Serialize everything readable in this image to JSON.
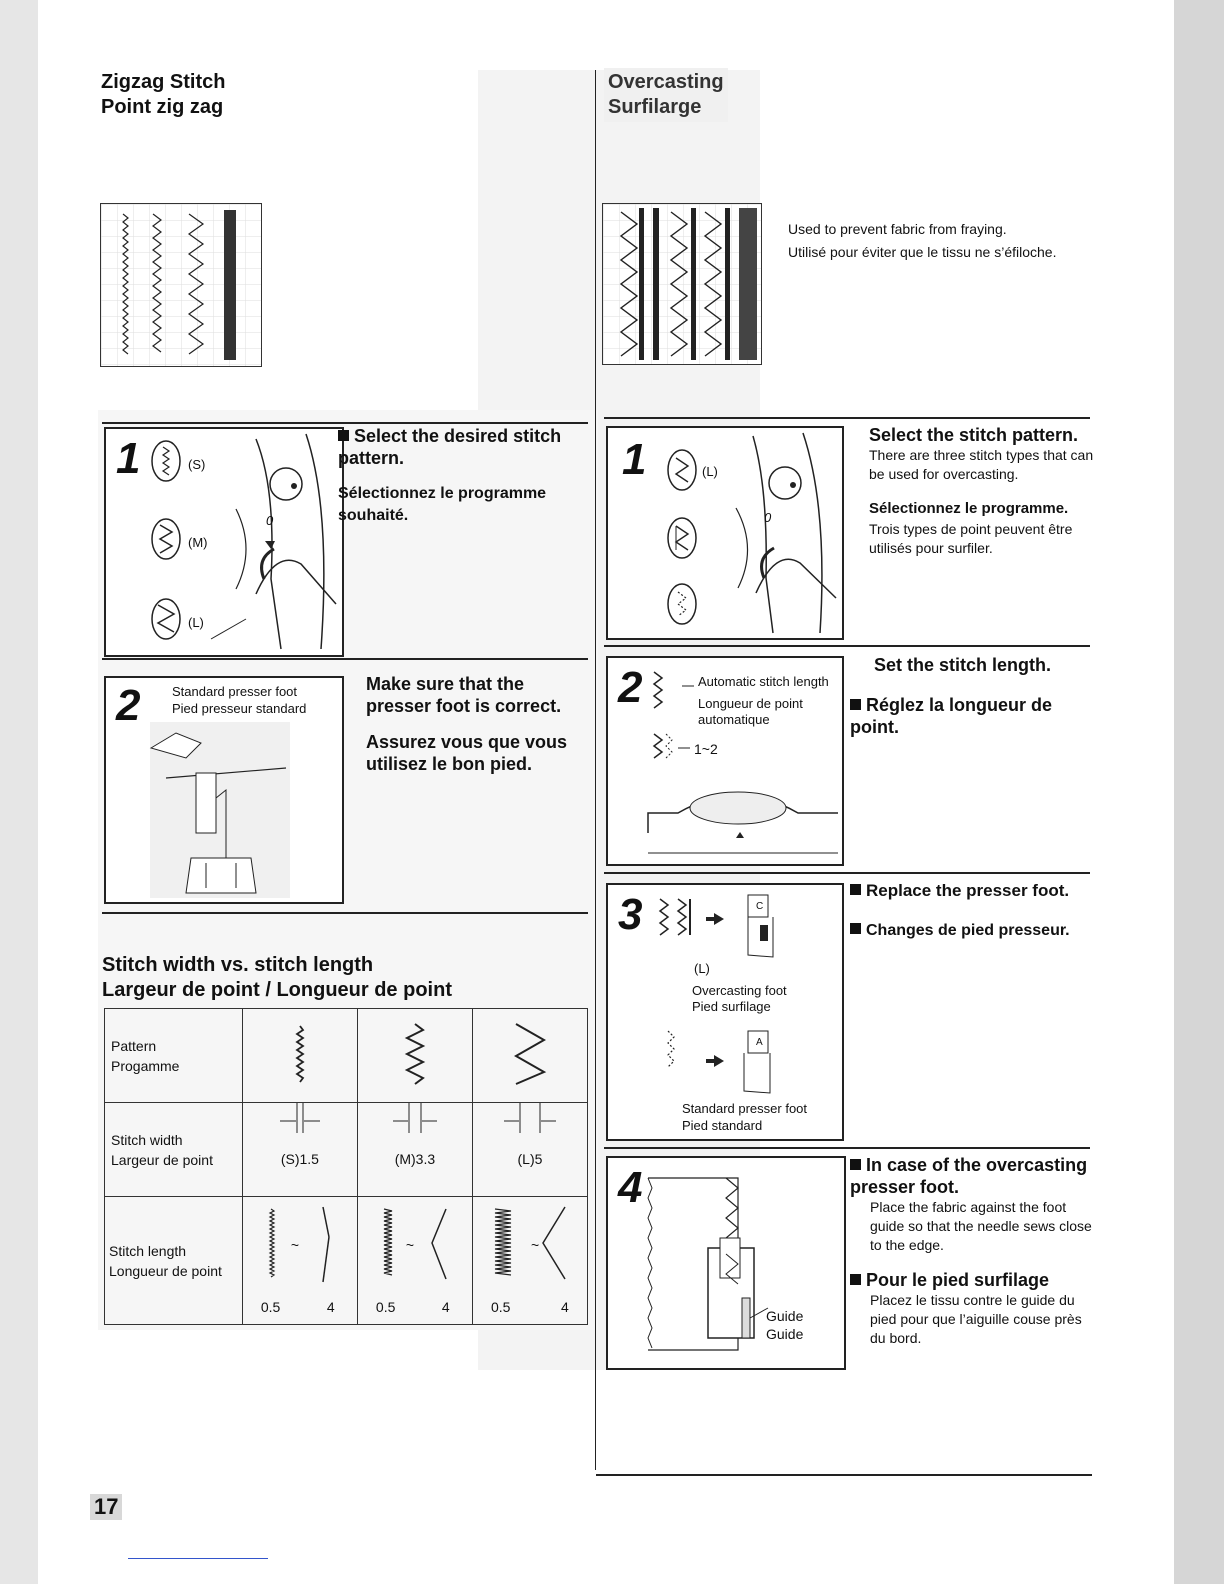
{
  "left": {
    "title_en": "Zigzag Stitch",
    "title_fr": "Point zig zag",
    "step1": {
      "num": "1",
      "heading_en": "Select the desired stitch pattern.",
      "heading_fr": "Sélectionnez le programme souhaité.",
      "labels": [
        "(S)",
        "(M)",
        "(L)"
      ],
      "dial_zero": "0"
    },
    "step2": {
      "num": "2",
      "foot_en": "Standard presser foot",
      "foot_fr": "Pied presseur standard",
      "heading_en": "Make sure that the presser foot is correct.",
      "heading_fr": "Assurez vous que vous utilisez le bon pied."
    },
    "table_title_en": "Stitch width vs. stitch length",
    "table_title_fr": "Largeur de point / Longueur de point",
    "table": {
      "row_pattern": [
        "Pattern",
        "Progamme"
      ],
      "row_width": [
        "Stitch width",
        "Largeur de point"
      ],
      "row_length": [
        "Stitch length",
        "Longueur de point"
      ],
      "widths": [
        "(S)1.5",
        "(M)3.3",
        "(L)5"
      ],
      "length_min": "0.5",
      "length_max": "4",
      "tilde": "~"
    }
  },
  "right": {
    "title_en": "Overcasting",
    "title_fr": "Surfilarge",
    "intro_en": "Used to prevent fabric from fraying.",
    "intro_fr": "Utilisé pour éviter que le tissu ne s’éfiloche.",
    "step1": {
      "num": "1",
      "heading_en": "Select the stitch pattern.",
      "text_en": "There are three stitch types that can be used for overcasting.",
      "heading_fr": "Sélectionnez le programme.",
      "text_fr": "Trois types de point peuvent être utilisés pour surfiler.",
      "label": "(L)",
      "dial_zero": "0"
    },
    "step2": {
      "num": "2",
      "auto_en": "Automatic stitch length",
      "auto_fr": "Longueur de point automatique",
      "range": "1~2",
      "heading_en": "Set the stitch length.",
      "heading_fr": "Réglez la longueur de point."
    },
    "step3": {
      "num": "3",
      "label": "(L)",
      "foot1_en": "Overcasting foot",
      "foot1_fr": "Pied surfilage",
      "foot2_en": "Standard presser foot",
      "foot2_fr": "Pied standard",
      "foot1_letter": "C",
      "foot2_letter": "A",
      "heading_en": "Replace the presser foot.",
      "heading_fr": "Changes de pied presseur."
    },
    "step4": {
      "num": "4",
      "guide_en": "Guide",
      "guide_fr": "Guide",
      "heading_en": "In case of the overcasting presser foot.",
      "text_en": "Place the fabric against the foot guide so that the needle sews close to the edge.",
      "heading_fr": "Pour le pied surfilage",
      "text_fr": "Placez le tissu contre le guide du pied pour que l’aiguille couse près du bord."
    }
  },
  "page_number": "17"
}
